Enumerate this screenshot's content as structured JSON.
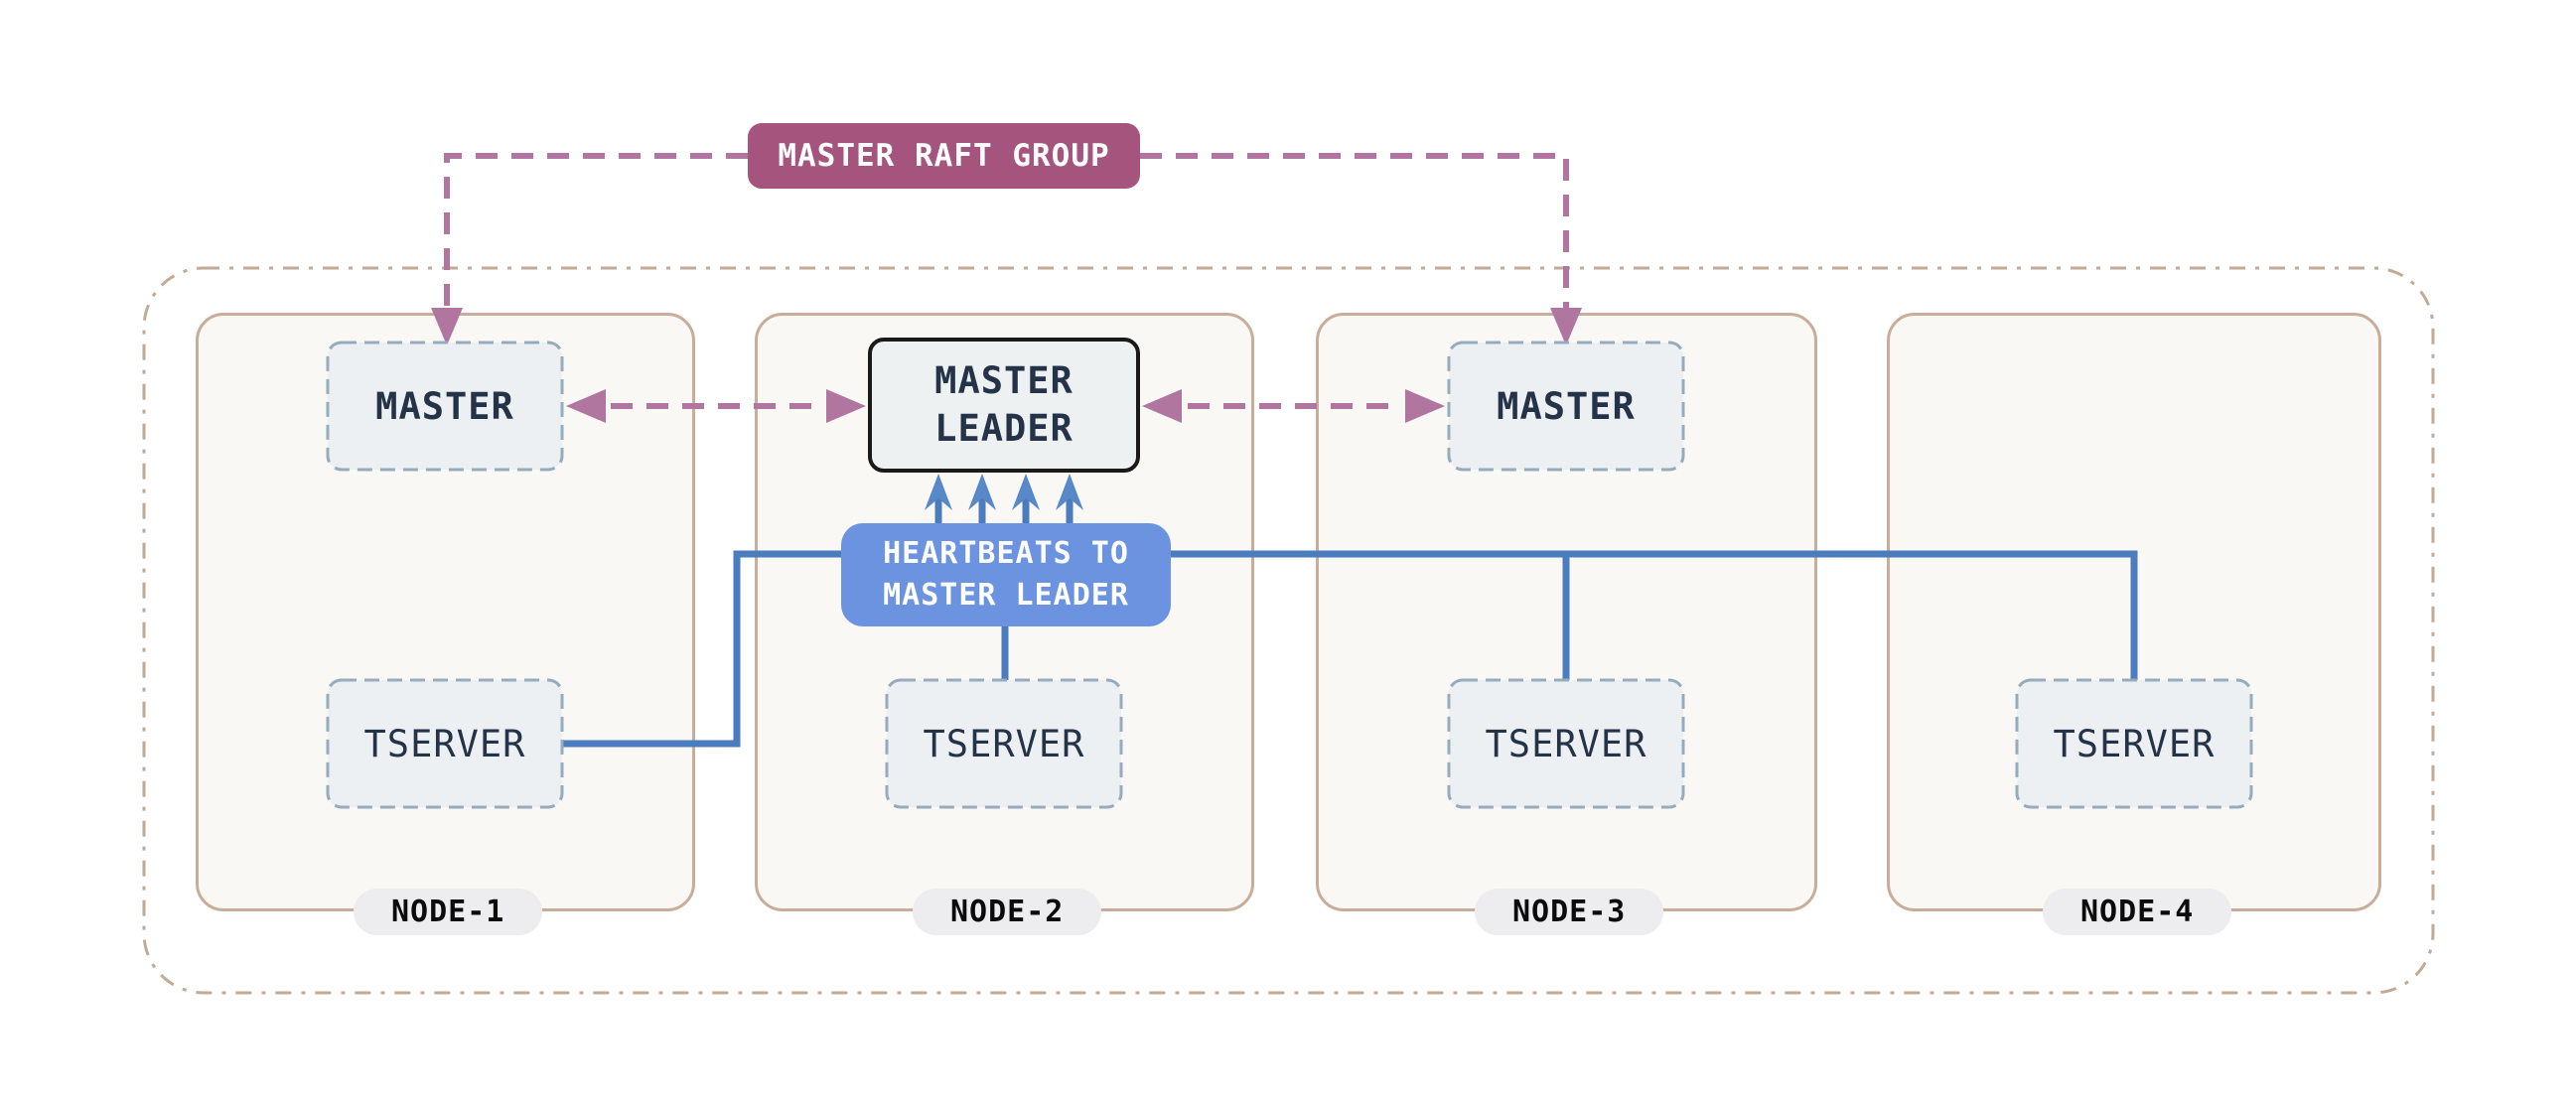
{
  "raft_badge": {
    "label": "MASTER RAFT GROUP"
  },
  "heartbeats_badge": {
    "line1": "HEARTBEATS TO",
    "line2": "MASTER LEADER"
  },
  "leader_box": {
    "label": "MASTER LEADER"
  },
  "nodes": [
    {
      "label": "NODE-1",
      "master_label": "MASTER",
      "tserver_label": "TSERVER"
    },
    {
      "label": "NODE-2",
      "master_label": "MASTER LEADER",
      "tserver_label": "TSERVER"
    },
    {
      "label": "NODE-3",
      "master_label": "MASTER",
      "tserver_label": "TSERVER"
    },
    {
      "label": "NODE-4",
      "tserver_label": "TSERVER"
    }
  ],
  "colors": {
    "raft_badge_bg": "#A4547D",
    "raft_dash_purple": "#B176A0",
    "heartbeat_badge_bg": "#6B93E0",
    "heartbeat_line_blue": "#4A7CBE",
    "heartbeat_arrow_blue": "#5988C9",
    "node_border_tan": "#C8AE9A",
    "node_fill": "#FAF8F5",
    "outer_border_tan": "#C1AA96",
    "box_fill": "#ECF0F2",
    "box_dash_border": "#97ABBE",
    "leader_border": "#1A1A1A",
    "label_navy": "#253349",
    "pill_bg": "#EDEDEF",
    "background": "#FFFFFF"
  }
}
